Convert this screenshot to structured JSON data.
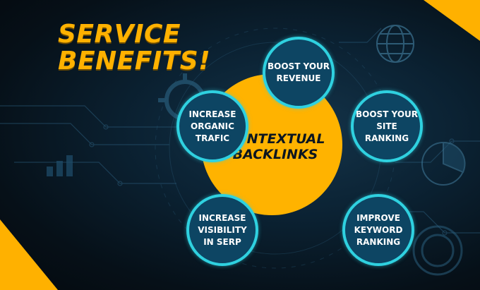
{
  "title": {
    "line1": "SERVICE",
    "line2": "BENEFITS!"
  },
  "hub": {
    "line1": "CONTEXTUAL",
    "line2": "BACKLINKS"
  },
  "benefits": [
    {
      "lines": [
        "BOOST YOUR",
        "REVENUE"
      ]
    },
    {
      "lines": [
        "INCREASE",
        "ORGANIC",
        "TRAFIC"
      ]
    },
    {
      "lines": [
        "BOOST YOUR",
        "SITE RANKING"
      ]
    },
    {
      "lines": [
        "INCREASE",
        "VISIBILITY",
        "IN SERP"
      ]
    },
    {
      "lines": [
        "IMPROVE",
        "KEYWORD",
        "RANKING"
      ]
    }
  ],
  "colors": {
    "accent": "#ffb100",
    "hub": "#ffb300",
    "node_fill": "#0d4563",
    "node_border": "#2fd1e0",
    "background": "#0b2233"
  }
}
